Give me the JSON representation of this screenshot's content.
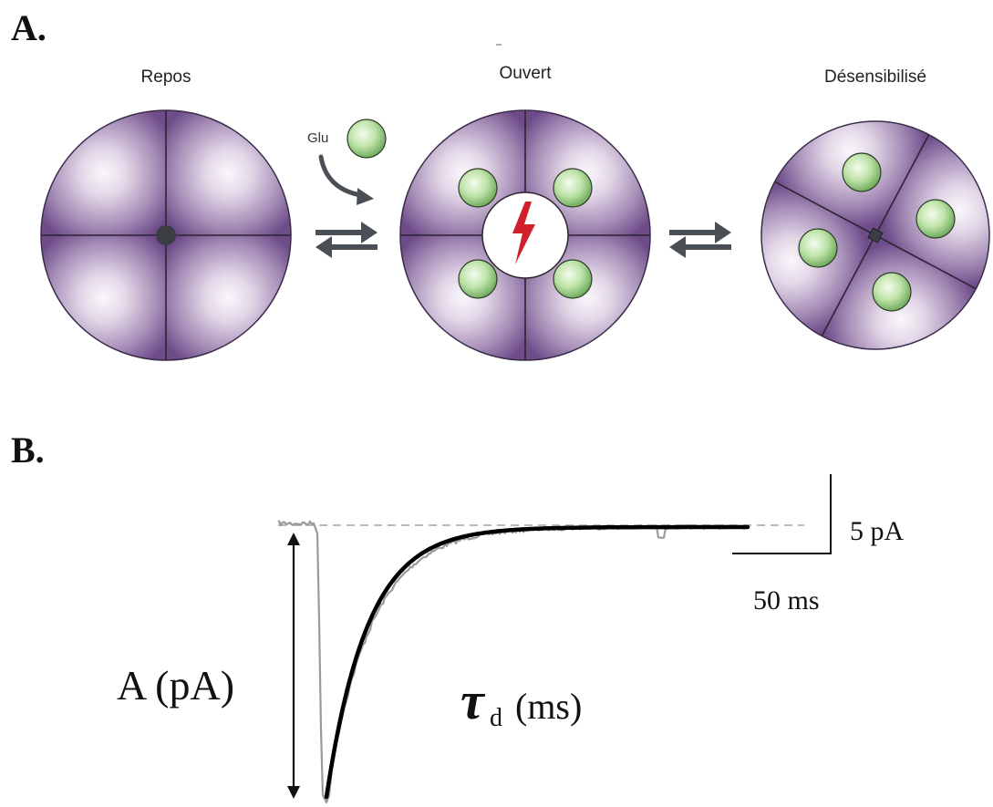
{
  "panels": {
    "a": "A.",
    "b": "B."
  },
  "states": {
    "rest": "Repos",
    "open": "Ouvert",
    "desensitized": "Désensibilisé"
  },
  "ligand_label": "Glu",
  "trace": {
    "amplitude_label": "A (pA)",
    "tau_symbol": "τ",
    "tau_subscript": "d",
    "tau_units": "(ms)",
    "scalebar_y": "5 pA",
    "scalebar_x": "50 ms"
  },
  "colors": {
    "subunit_light": "#f1eaf4",
    "subunit_dark": "#6e4c8a",
    "glutamate_light": "#e6f5d6",
    "glutamate_dark": "#72ad5f",
    "pore_closed": "#3a3d42",
    "bolt": "#d0202a",
    "arrow": "#4a4f55",
    "trace_raw": "#9a9a9a",
    "trace_fit": "#000000",
    "baseline": "#bbbbbb"
  }
}
